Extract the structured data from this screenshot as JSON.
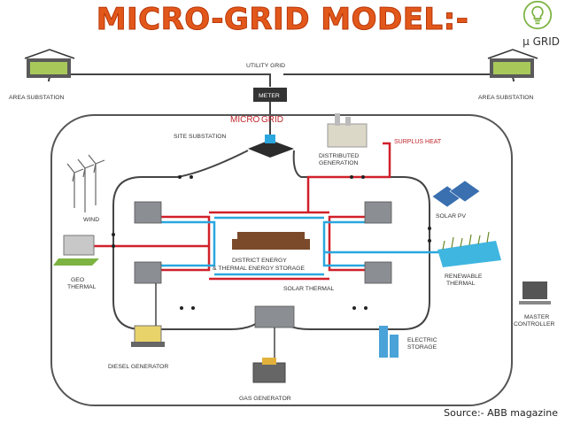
{
  "title": "MICRO-GRID MODEL:-",
  "badge": {
    "text": "μ GRID",
    "icon": "lightbulb-icon",
    "color": "#7cb342"
  },
  "labels": {
    "utility_grid": "UTILITY GRID",
    "meter": "METER",
    "area_substation_left": "AREA SUBSTATION",
    "area_substation_right": "AREA SUBSTATION",
    "micro": "MICRO",
    "grid": "GRID",
    "site_substation": "SITE SUBSTATION",
    "distributed_1": "DISTRIBUTED",
    "distributed_2": "GENERATION",
    "surplus_heat": "SURPLUS HEAT",
    "wind": "WIND",
    "solar_pv": "SOLAR PV",
    "geo_1": "GEO",
    "geo_2": "THERMAL",
    "renewable_1": "RENEWABLE",
    "renewable_2": "THERMAL",
    "district_1": "DISTRICT ENERGY",
    "district_2": "& THERMAL ENERGY STORAGE",
    "solar_thermal": "SOLAR THERMAL",
    "master_1": "MASTER",
    "master_2": "CONTROLLER",
    "electric_1": "ELECTRIC",
    "electric_2": "STORAGE",
    "diesel": "DIESEL GENERATOR",
    "gas": "GAS GENERATOR"
  },
  "source": "Source:- ABB magazine",
  "colors": {
    "title": "#e2571a",
    "heat_line": "#d0212a",
    "cool_line": "#2aa7df",
    "grid_line": "#3a3a3a"
  }
}
